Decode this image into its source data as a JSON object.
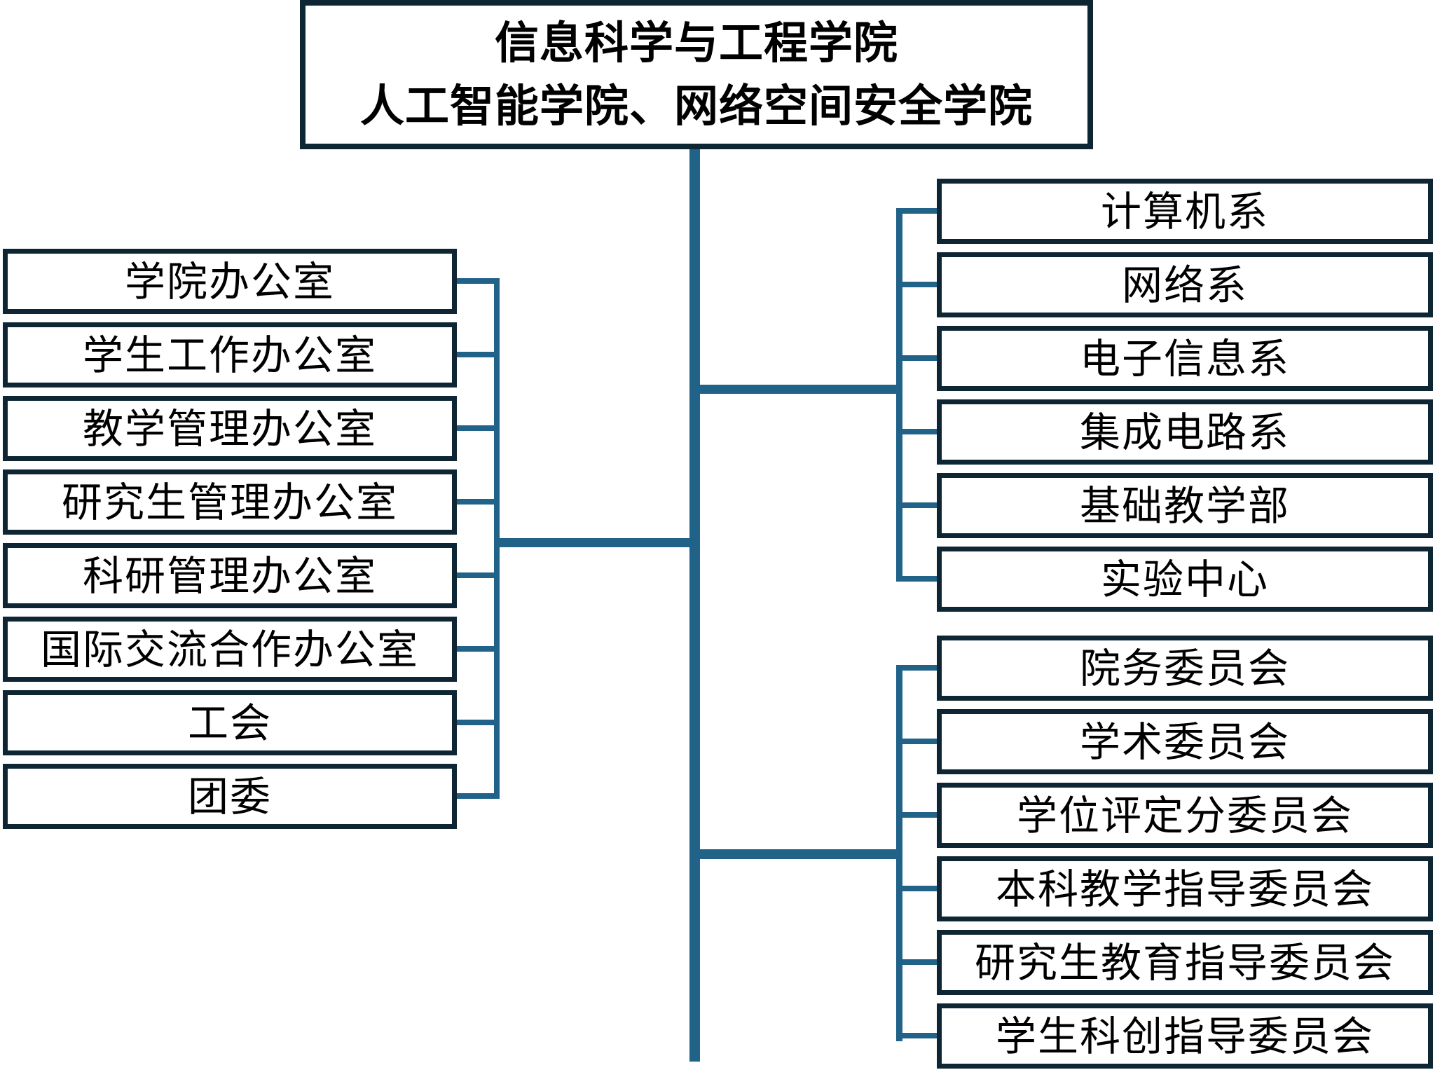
{
  "title": {
    "line1": "信息科学与工程学院",
    "line2": "人工智能学院、网络空间安全学院"
  },
  "left_group": {
    "items": [
      "学院办公室",
      "学生工作办公室",
      "教学管理办公室",
      "研究生管理办公室",
      "科研管理办公室",
      "国际交流合作办公室",
      "工会",
      "团委"
    ]
  },
  "right_top_group": {
    "items": [
      "计算机系",
      "网络系",
      "电子信息系",
      "集成电路系",
      "基础教学部",
      "实验中心"
    ]
  },
  "right_bottom_group": {
    "items": [
      "院务委员会",
      "学术委员会",
      "学位评定分委员会",
      "本科教学指导委员会",
      "研究生教育指导委员会",
      "学生科创指导委员会"
    ]
  },
  "colors": {
    "box_border": "#0e2634",
    "connector": "#216289",
    "text": "#000000",
    "background": "#ffffff"
  }
}
